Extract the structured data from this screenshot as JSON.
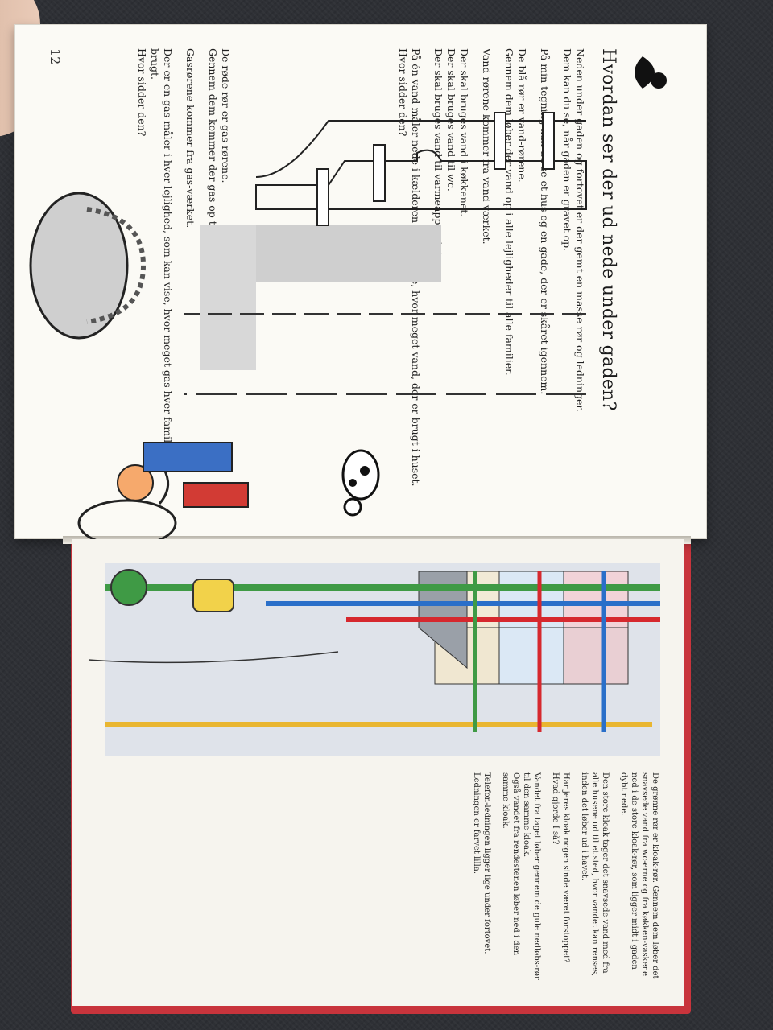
{
  "left_page": {
    "title": "Hvordan ser der ud nede under gaden?",
    "paragraphs": [
      "Neden under gaden og fortovet er der gemt en masse rør og ledninger.\nDem kan du se, når gaden er gravet op.",
      "På min tegning kan du se et hus og en gade, der er skåret igennem.",
      "De blå rør er vand-rørene.\nGennem dem løber der vand op i alle lejligheder til alle familier.",
      "Vand-rørene kommer fra vand-værket.",
      "Der skal bruges vand i køkkenet.\nDer skal bruges vand til wc.\nDer skal bruges vand til varmeapparatet.",
      "På én vand-måler nede i kælderen kan man se, hvor meget vand, der er brugt i huset.\nHvor sidder den?",
      "De røde rør er gas-rørene.\nGennem dem kommer der gas op til de 3 køkkener i huset.",
      "Gasrørene kommer fra gas-værket.",
      "Der er en gas-måler i hver lejlighed, som kan vise, hvor meget gas hver familie har brugt.\nHvor sidder den?"
    ],
    "page_number": "12"
  },
  "right_page": {
    "paragraphs": [
      "De grønne rør er kloak-rør. Gennem dem løber det snavsede vand fra wc-erne og fra køkken-vaskene ned i de store kloak-rør, som ligger midt i gaden dybt nede.",
      "Den store kloak tager det snavsede vand med fra alle husene ud til et sted, hvor vandet kan renses, inden det løber ud i havet.",
      "Har jeres kloak nogen sinde været forstoppet?\nHvad gjorde I så?",
      "Vandet fra taget løber gennem de gule nedløbs-rør til den samme kloak.\nOgså vandet fra rendestenen løber ned i den samme kloak.",
      "Telefon-ledningen ligger lige under fortovet.\nLedningen er farvet lilla."
    ]
  },
  "colors": {
    "water_pipe": "#2a6fc9",
    "gas_pipe": "#d6282e",
    "sewer_pipe": "#3f9a45",
    "rain_pipe": "#e9b631",
    "book_cover": "#c8343c"
  }
}
